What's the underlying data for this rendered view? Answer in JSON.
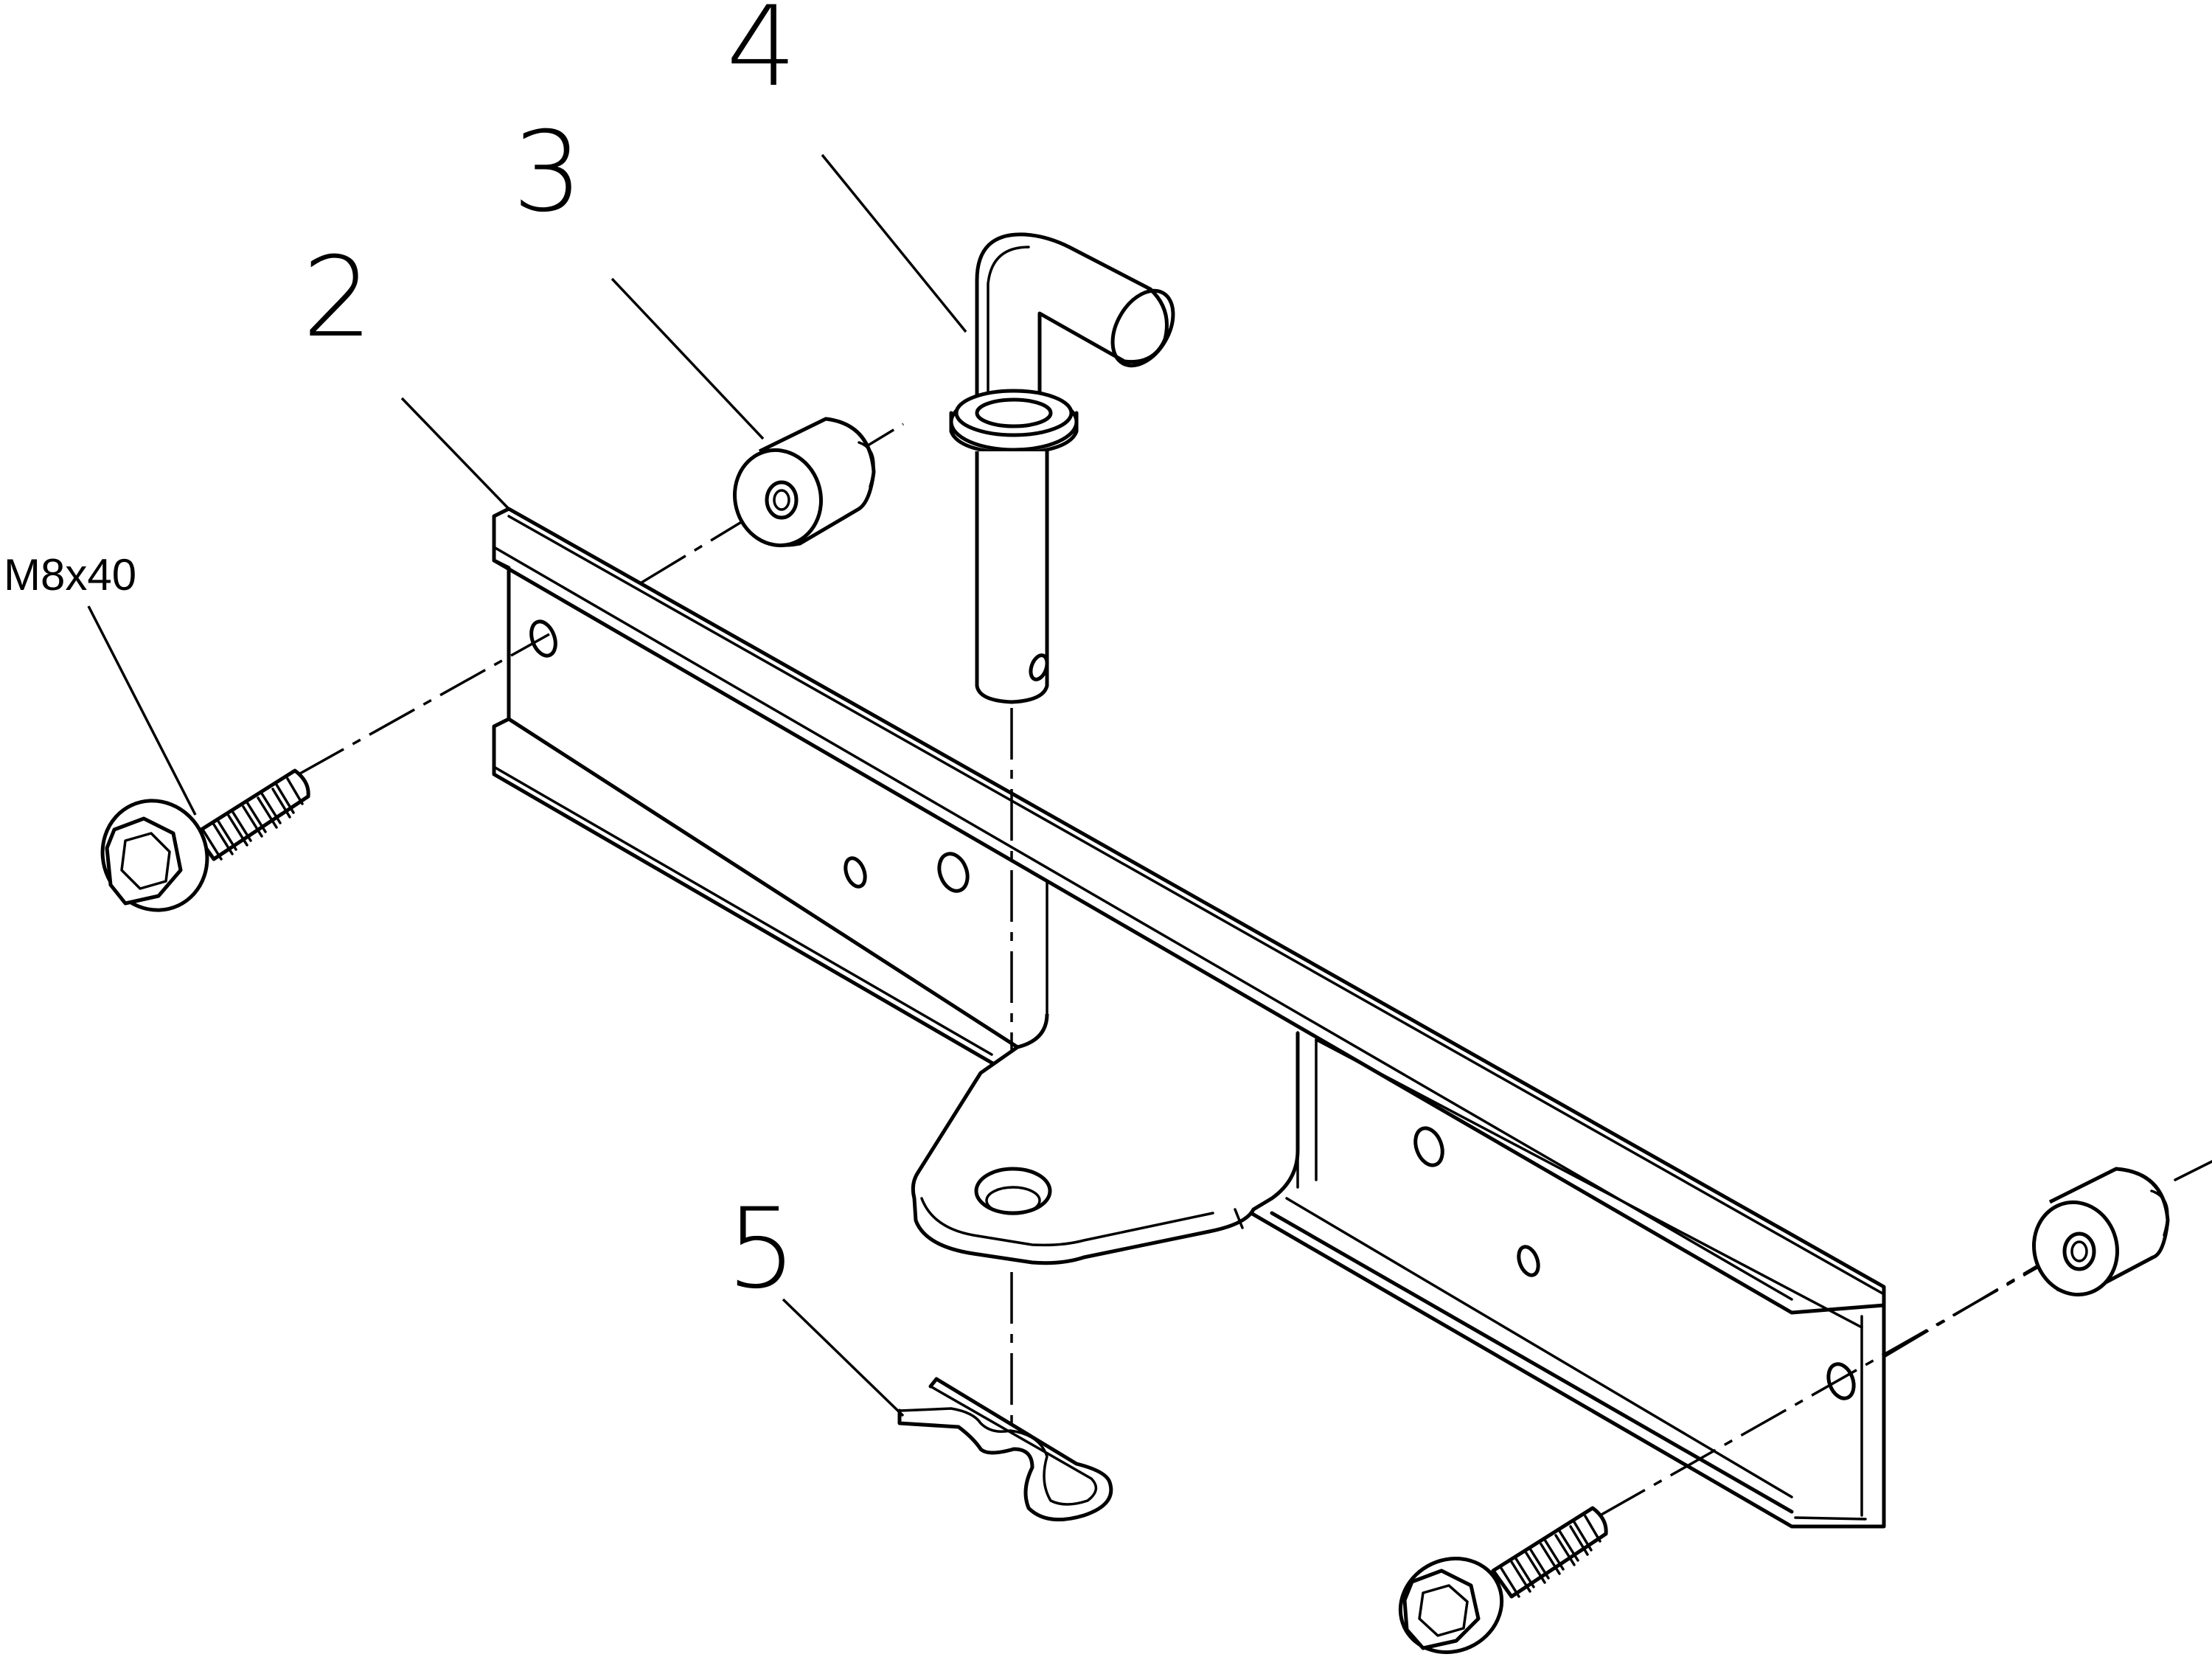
{
  "callouts": {
    "part_2": "2",
    "part_3": "3",
    "part_4": "4",
    "part_5": "5"
  },
  "bolt_spec": "M8x40",
  "colors": {
    "line": "#000000",
    "background": "#ffffff"
  }
}
